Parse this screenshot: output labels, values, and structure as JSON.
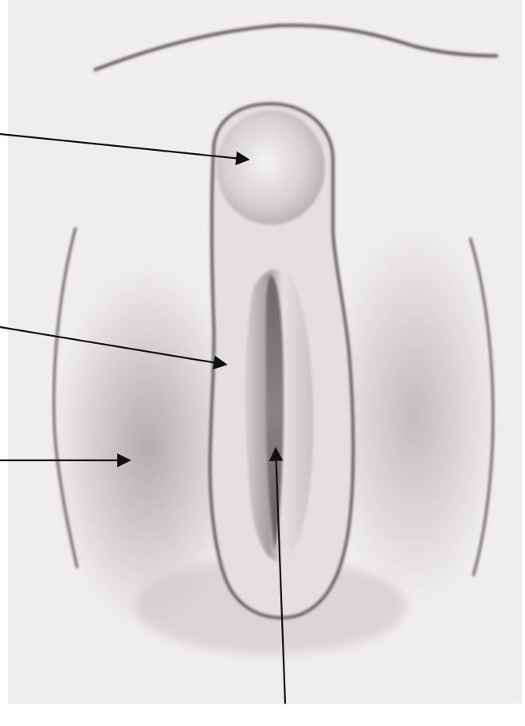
{
  "diagram": {
    "labels": [],
    "pointer_arrows": [
      {
        "id": "arrow-1",
        "points_to": "upper-oval-structure"
      },
      {
        "id": "arrow-2",
        "points_to": "left-edge-of-inner-outline"
      },
      {
        "id": "arrow-3",
        "points_to": "left-shaded-region"
      },
      {
        "id": "arrow-4",
        "points_to": "central-dark-slit"
      }
    ],
    "colors": {
      "background": "#f1eff0",
      "outline": "#5a5558",
      "shading": "#b9b2b6",
      "arrow": "#111111"
    }
  }
}
